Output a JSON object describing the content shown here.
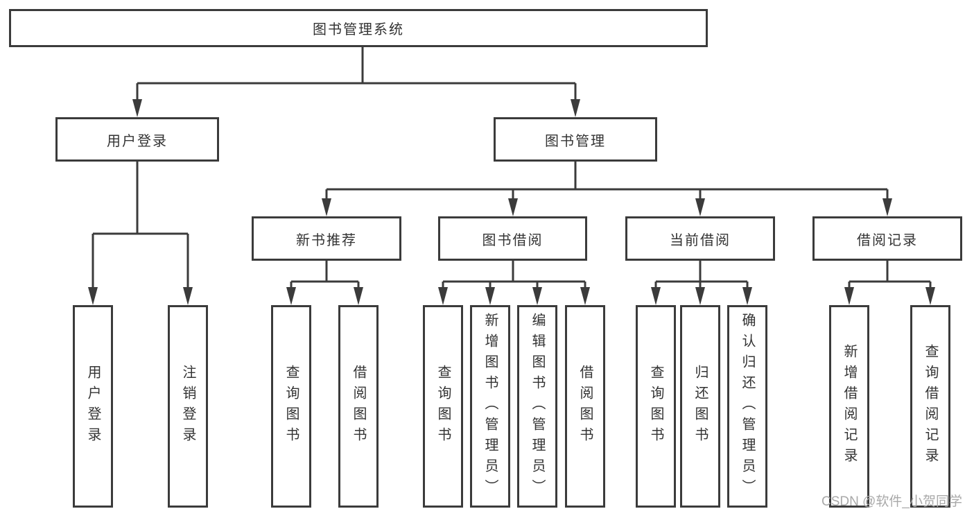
{
  "tree": {
    "root": "图书管理系统",
    "branches": [
      {
        "label": "用户登录",
        "children": [
          "用户登录",
          "注销登录"
        ]
      },
      {
        "label": "图书管理",
        "sections": [
          {
            "label": "新书推荐",
            "children": [
              "查询图书",
              "借阅图书"
            ]
          },
          {
            "label": "图书借阅",
            "children": [
              "查询图书",
              "新增图书（管理员）",
              "编辑图书（管理员）",
              "借阅图书"
            ]
          },
          {
            "label": "当前借阅",
            "children": [
              "查询图书",
              "归还图书",
              "确认归还（管理员）"
            ]
          },
          {
            "label": "借阅记录",
            "children": [
              "新增借阅记录",
              "查询借阅记录"
            ]
          }
        ]
      }
    ]
  },
  "colors": {
    "line": "#3b3b3b",
    "text": "#333333",
    "watermark": "#a9a9a9",
    "background": "#ffffff"
  },
  "watermark": "CSDN @软件_小贺同学"
}
